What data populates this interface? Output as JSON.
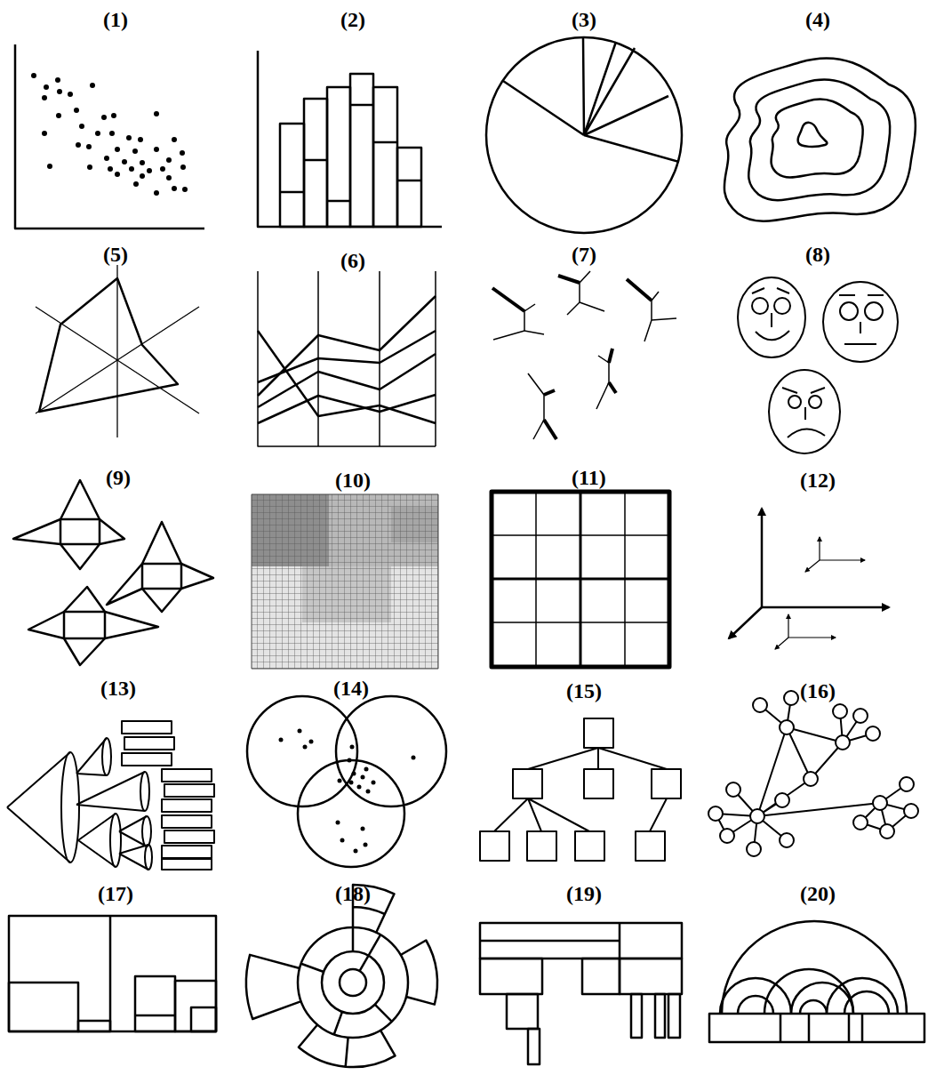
{
  "diagram": {
    "labels": [
      "(1)",
      "(2)",
      "(3)",
      "(4)",
      "(5)",
      "(6)",
      "(7)",
      "(8)",
      "(9)",
      "(10)",
      "(11)",
      "(12)",
      "(13)",
      "(14)",
      "(15)",
      "(16)",
      "(17)",
      "(18)",
      "(19)",
      "(20)"
    ]
  }
}
